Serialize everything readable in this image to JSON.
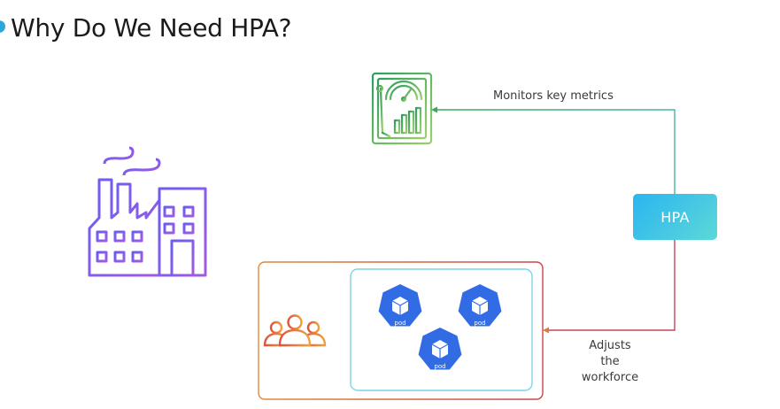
{
  "title": "Why Do We Need HPA?",
  "hpa_label": "HPA",
  "labels": {
    "monitors": "Monitors key metrics",
    "adjusts": "Adjusts the\nworkforce"
  },
  "pods": [
    {
      "label": "pod"
    },
    {
      "label": "pod"
    },
    {
      "label": "pod"
    }
  ],
  "icons": {
    "factory": "factory-icon",
    "metrics": "metrics-dashboard-icon",
    "workers": "workers-group-icon",
    "pod": "kubernetes-pod-icon"
  },
  "colors": {
    "title_bullet": "#2ea7d8",
    "factory_stroke": "#7b5df0",
    "metrics_stroke": "#3caa55",
    "hpa_gradient_start": "#2ab5ef",
    "hpa_gradient_end": "#5dd8d8",
    "pod_fill": "#326ce5",
    "workers_stroke": "#e07a3c",
    "pods_container_border": "#7fd3e6",
    "outer_box_start": "#e07a3c",
    "outer_box_end": "#c53a4d"
  }
}
